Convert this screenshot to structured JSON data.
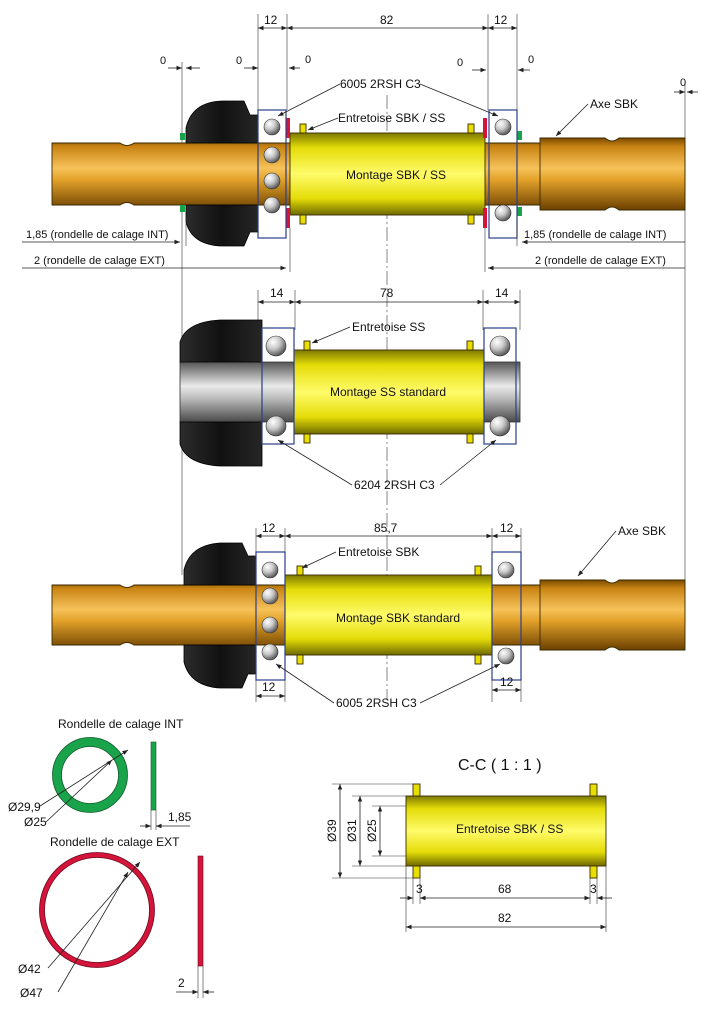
{
  "colors": {
    "shaft": "#d9941a",
    "spacer": "#f2e400",
    "rubber": "#1c1c1c",
    "shim_int": "#19a34a",
    "shim_ext": "#d4143a",
    "bearing": "#c9d6e6"
  },
  "icons": [
    "bearing-ball-icon"
  ],
  "top": {
    "dims": {
      "left": "12",
      "center": "82",
      "right": "12",
      "gap_lo": "14",
      "gap_mid": "78",
      "gap_ro": "14"
    },
    "zeros": [
      "0",
      "0",
      "0",
      "0",
      "0",
      "0"
    ],
    "bearing_label": "6005 2RSH C3",
    "spacer_label": "Entretoise SBK / SS",
    "axle_label": "Axe SBK",
    "center_label": "Montage SBK / SS",
    "shim_int_left": "1,85 (rondelle de calage INT)",
    "shim_ext_left": "2 (rondelle de calage EXT)",
    "shim_int_right": "1,85 (rondelle de calage INT)",
    "shim_ext_right": "2 (rondelle de calage EXT)"
  },
  "middle": {
    "spacer_label": "Entretoise SS",
    "center_label": "Montage SS standard",
    "bearing_label": "6204 2RSH C3"
  },
  "bottom": {
    "dims": {
      "left": "12",
      "center": "85,7",
      "right": "12",
      "bl": "12",
      "br": "12"
    },
    "spacer_label": "Entretoise SBK",
    "axle_label": "Axe SBK",
    "center_label": "Montage SBK standard",
    "bearing_label": "6005 2RSH C3"
  },
  "shim_int": {
    "title": "Rondelle de calage INT",
    "d_outer": "Ø29,9",
    "d_inner": "Ø25",
    "thickness": "1,85"
  },
  "shim_ext": {
    "title": "Rondelle de calage EXT",
    "d_outer": "Ø47",
    "d_inner": "Ø42",
    "thickness": "2"
  },
  "section": {
    "title": "C-C  ( 1 : 1 )",
    "label": "Entretoise SBK / SS",
    "d1": "Ø39",
    "d2": "Ø31",
    "d3": "Ø25",
    "w1": "3",
    "w2": "68",
    "w3": "3",
    "total": "82"
  }
}
